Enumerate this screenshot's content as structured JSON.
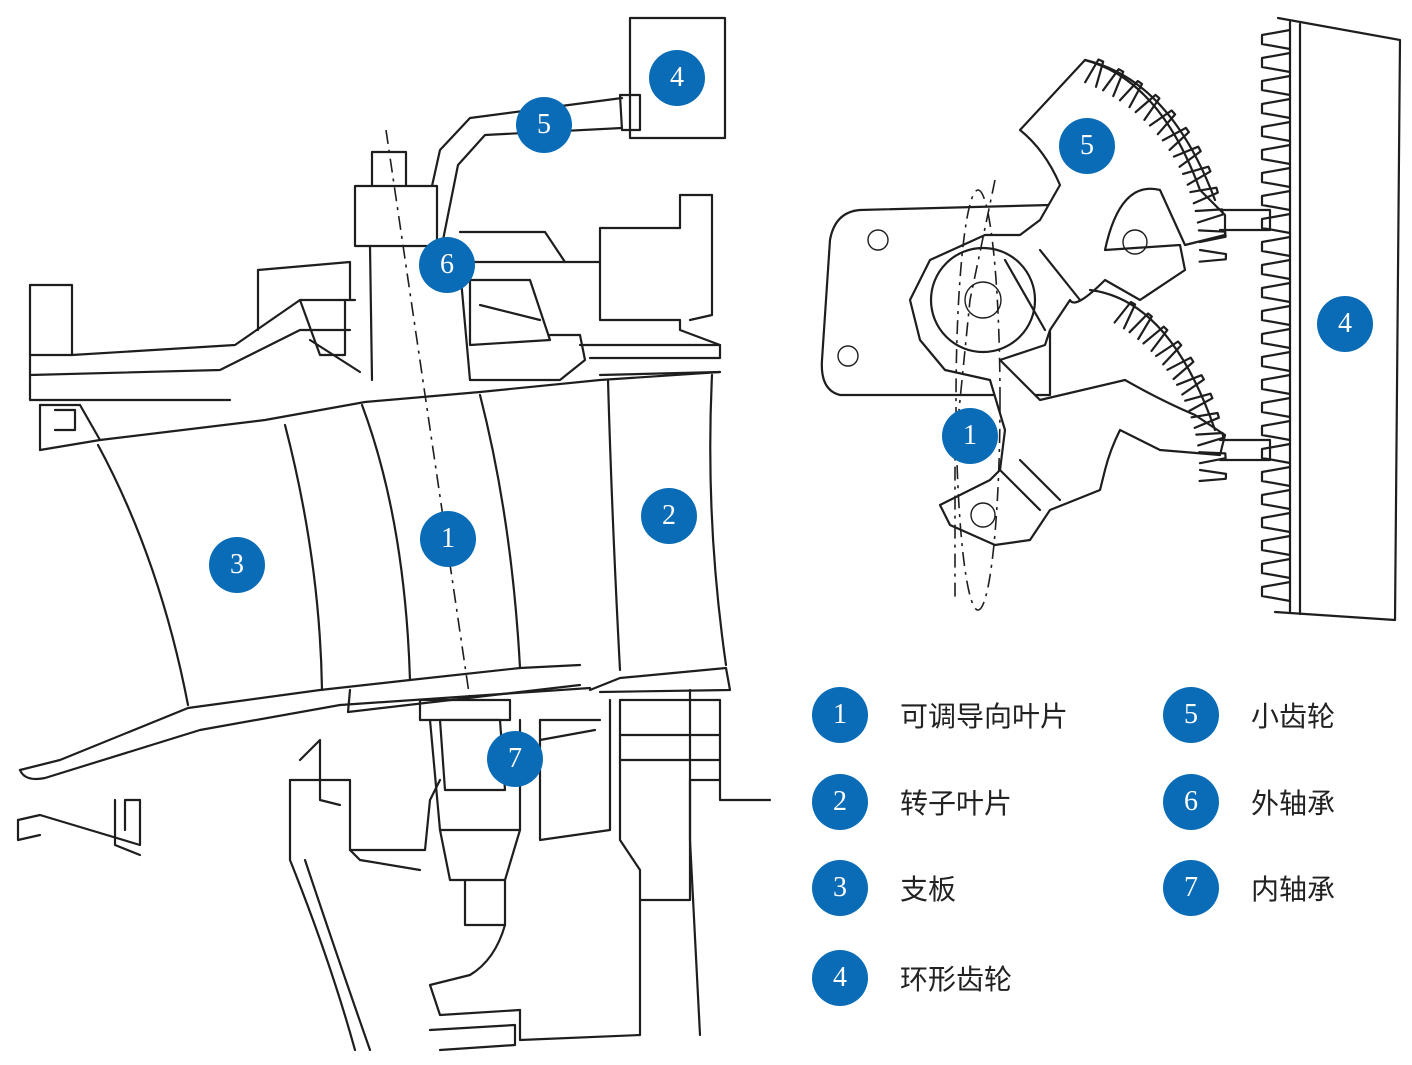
{
  "callouts": {
    "left": {
      "c1": "1",
      "c2": "2",
      "c3": "3",
      "c4": "4",
      "c5": "5",
      "c6": "6",
      "c7": "7"
    },
    "right": {
      "c1": "1",
      "c4": "4",
      "c5": "5"
    }
  },
  "legend": [
    {
      "number": "1",
      "label": "可调导向叶片"
    },
    {
      "number": "2",
      "label": "转子叶片"
    },
    {
      "number": "3",
      "label": "支板"
    },
    {
      "number": "4",
      "label": "环形齿轮"
    },
    {
      "number": "5",
      "label": "小齿轮"
    },
    {
      "number": "6",
      "label": "外轴承"
    },
    {
      "number": "7",
      "label": "内轴承"
    }
  ],
  "colors": {
    "badge": "#0a6cb6",
    "line": "#1e1e1e",
    "text": "#222222"
  }
}
